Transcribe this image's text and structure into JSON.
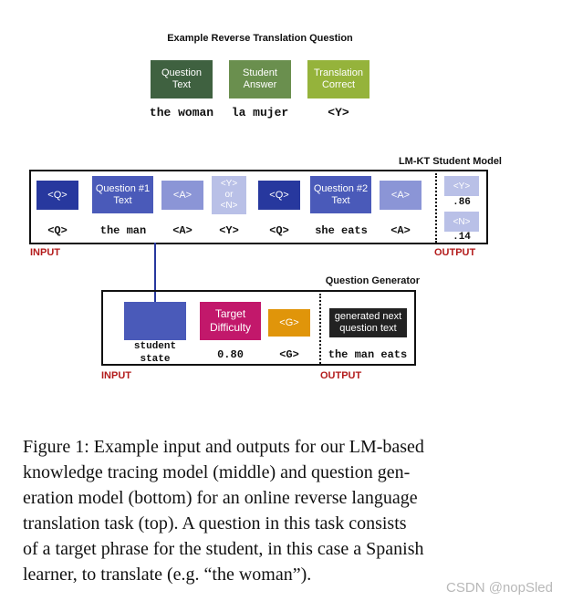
{
  "top": {
    "title": "Example Reverse Translation Question",
    "boxes": [
      {
        "text_line1": "Question",
        "text_line2": "Text",
        "value": "the woman",
        "color": "#3f6140"
      },
      {
        "text_line1": "Student",
        "text_line2": "Answer",
        "value": "la mujer",
        "color": "#6a8f4e"
      },
      {
        "text_line1": "Translation",
        "text_line2": "Correct",
        "value": "<Y>",
        "color": "#95b33b"
      }
    ]
  },
  "lmkt": {
    "title": "LM-KT Student Model",
    "input_label": "INPUT",
    "output_label": "OUTPUT",
    "tokens": [
      {
        "box": "<Q>",
        "value": "<Q>",
        "color": "#27389e"
      },
      {
        "box": "Question #1 Text",
        "value": "the man",
        "color": "#4a5ab9"
      },
      {
        "box": "<A>",
        "value": "<A>",
        "color": "#8b95d6"
      },
      {
        "box": "<Y> or <N>",
        "value": "<Y>",
        "color": "#b9c0e7"
      },
      {
        "box": "<Q>",
        "value": "<Q>",
        "color": "#27389e"
      },
      {
        "box": "Question #2 Text",
        "value": "she eats",
        "color": "#4a5ab9"
      },
      {
        "box": "<A>",
        "value": "<A>",
        "color": "#8b95d6"
      }
    ],
    "outputs": [
      {
        "box": "<Y>",
        "value": ".86",
        "color": "#b9c0e7"
      },
      {
        "box": "<N>",
        "value": ".14",
        "color": "#b9c0e7"
      }
    ],
    "box_qtext1": {
      "line1": "Question #1",
      "line2": "Text"
    },
    "box_qtext2": {
      "line1": "Question #2",
      "line2": "Text"
    },
    "box_yn": {
      "line1": "<Y>",
      "line2": "or",
      "line3": "<N>"
    }
  },
  "qgen": {
    "title": "Question Generator",
    "input_label": "INPUT",
    "output_label": "OUTPUT",
    "student_state": {
      "line1": "student",
      "line2": "state",
      "color": "#4a5ab9"
    },
    "target": {
      "line1": "Target",
      "line2": "Difficulty",
      "value": "0.80",
      "color": "#c2186b"
    },
    "g": {
      "box": "<G>",
      "value": "<G>",
      "color": "#e0950a"
    },
    "generated": {
      "line1": "generated next",
      "line2": "question text",
      "value": "the man eats",
      "color": "#222222"
    }
  },
  "caption": [
    "Figure 1: Example input and outputs for our LM-based",
    "knowledge tracing model (middle) and question gen-",
    "eration model (bottom) for an online reverse language",
    "translation task (top).  A question in this task consists",
    "of a target phrase for the student, in this case a Spanish",
    "learner, to translate (e.g. “the woman”)."
  ],
  "watermark": "CSDN @nopSled"
}
